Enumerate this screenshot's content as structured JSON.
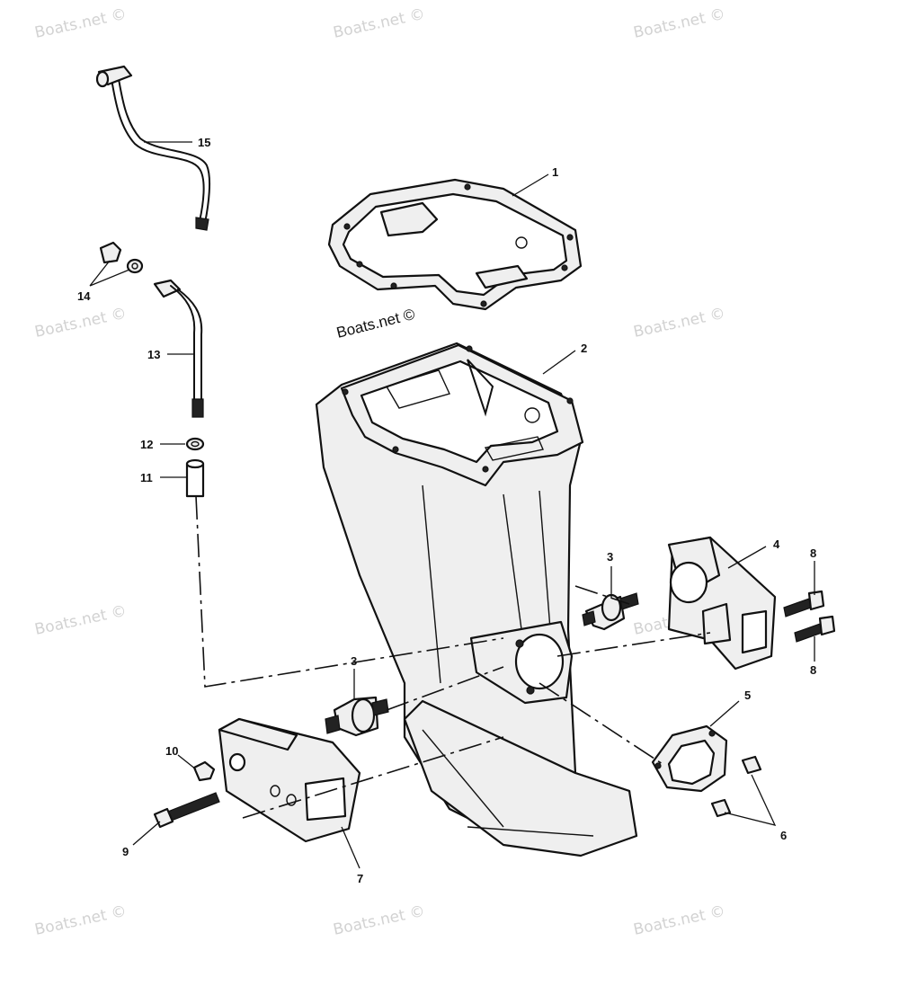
{
  "watermark": "Boats.net ©",
  "caption": "Boats.net ©",
  "callouts": {
    "c1": "1",
    "c2": "2",
    "c3a": "3",
    "c3b": "3",
    "c4": "4",
    "c5": "5",
    "c6": "6",
    "c7": "7",
    "c8a": "8",
    "c8b": "8",
    "c9": "9",
    "c10": "10",
    "c11": "11",
    "c12": "12",
    "c13": "13",
    "c14": "14",
    "c15": "15"
  }
}
